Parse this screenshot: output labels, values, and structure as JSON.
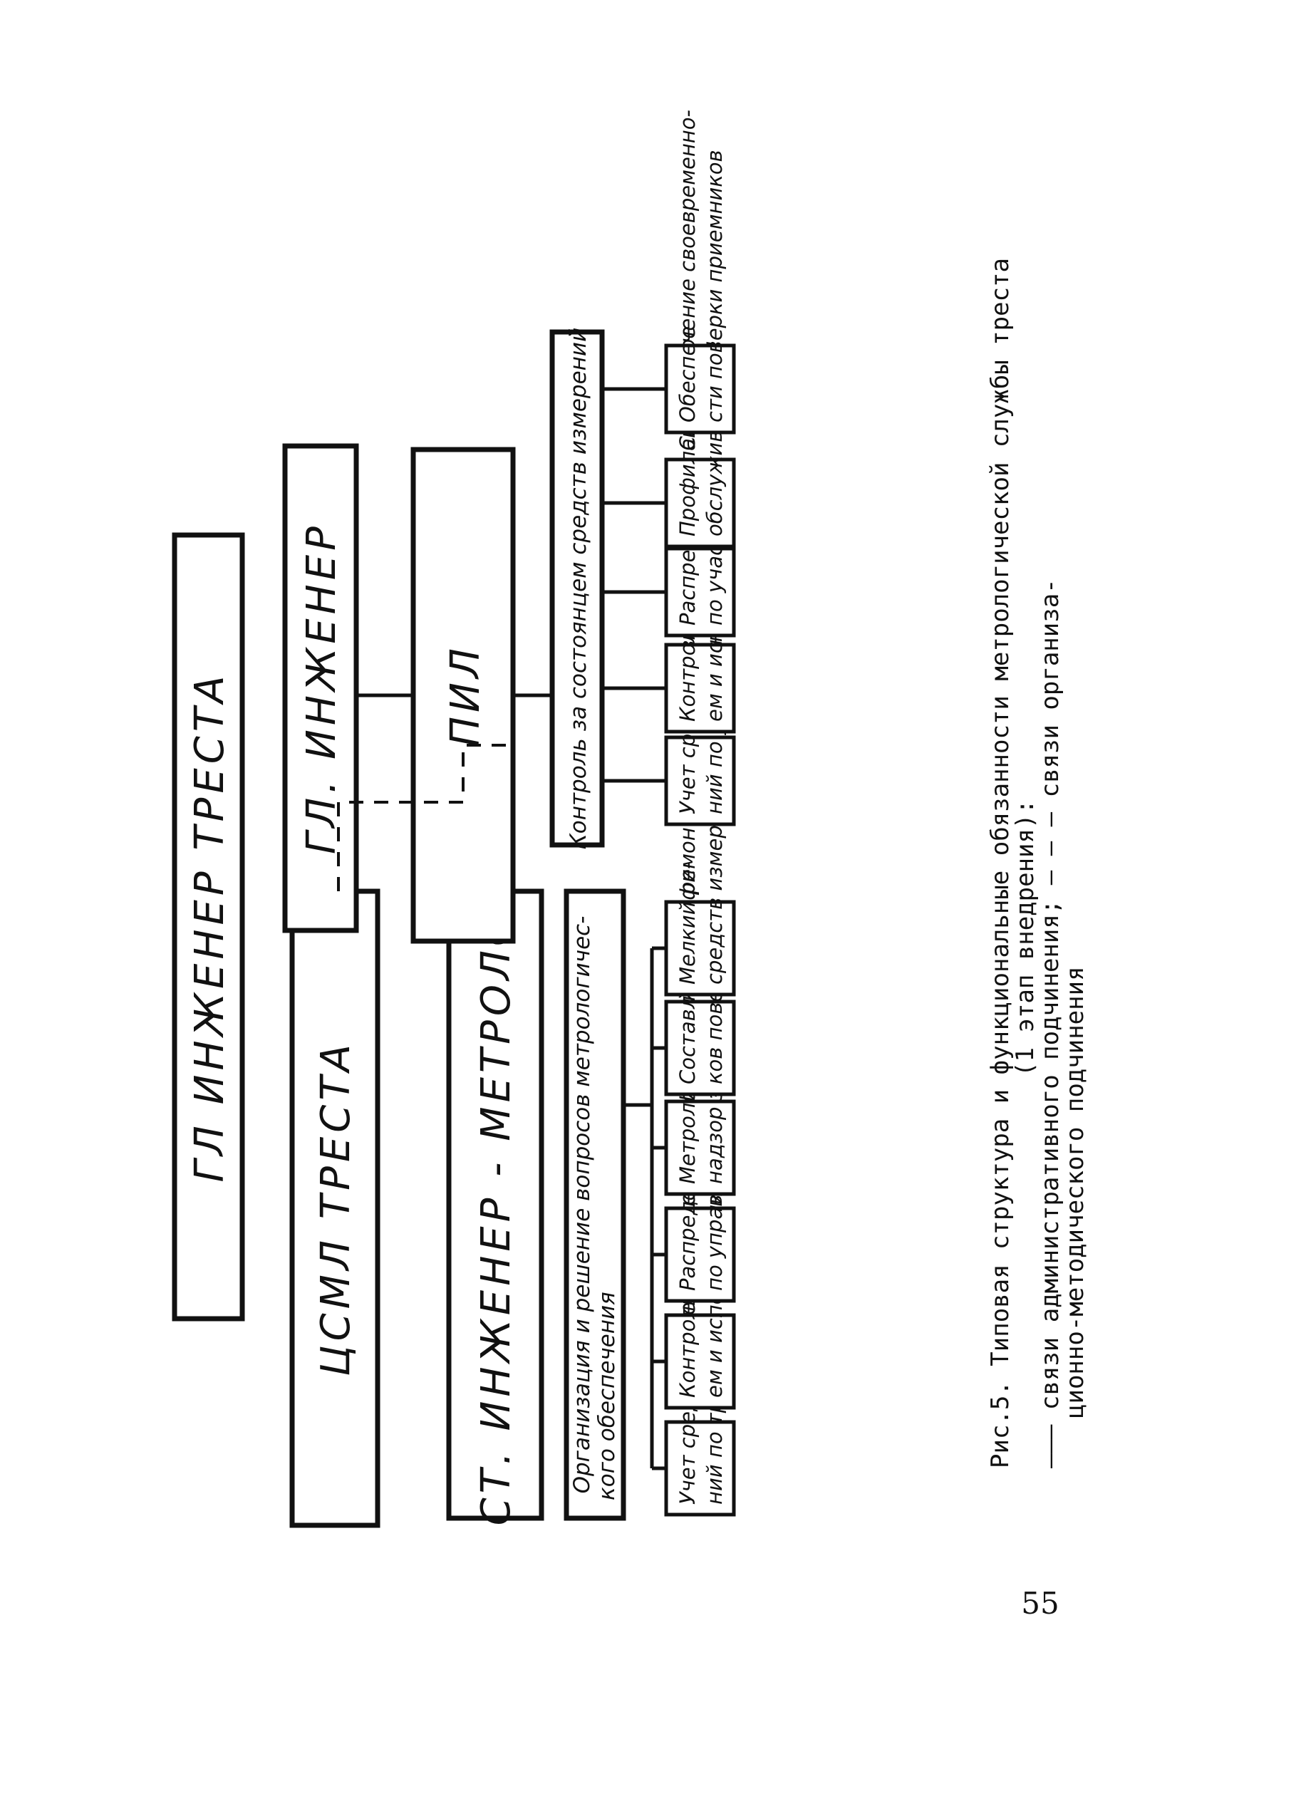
{
  "diagram": {
    "top": "ГЛ ИНЖЕНЕР ТРЕСТА",
    "right_branch": {
      "head": "ГЛ. ИНЖЕНЕР",
      "unit": "ПИЛ",
      "function": "Контроль за состоянцем средств измерений",
      "tasks": [
        [
          "Учет средств измере-",
          "ний по управлению"
        ],
        [
          "Контроль за хранени-",
          "ем и использованием"
        ],
        [
          "Распределение СИ",
          "по участкам"
        ],
        [
          "Профилактическое",
          "обслуживание СИ"
        ],
        [
          "Обеспечение своевременно-",
          "сти поверки приемников"
        ]
      ]
    },
    "left_branch": {
      "head": "ЦСМЛ ТРЕСТА",
      "unit": "СТ. ИНЖЕНЕР - МЕТРОЛОГ",
      "function": [
        "Организация и решение вопросов метрологичес-",
        "кого обеспечения"
      ],
      "tasks": [
        [
          "Учет средств измере-",
          "ний по тресту"
        ],
        [
          "Контроль за хранени-",
          "ем и использованием"
        ],
        [
          "Распределение СИ",
          "по управлениям"
        ],
        [
          "Метрологический",
          "надзор за СИ"
        ],
        [
          "Составление графи-",
          "ков поверок"
        ],
        [
          "Мелкий ремонт",
          "средств измерений"
        ]
      ]
    }
  },
  "caption": {
    "line1": "Рис.5. Типовая структура и функциональные обязанности метрологической службы треста",
    "line2": "(1 этап внедрения):",
    "line3": "——— связи административного подчинения; — — — связи организа-",
    "line4": "ционно-методического подчинения"
  },
  "page_number": "55"
}
